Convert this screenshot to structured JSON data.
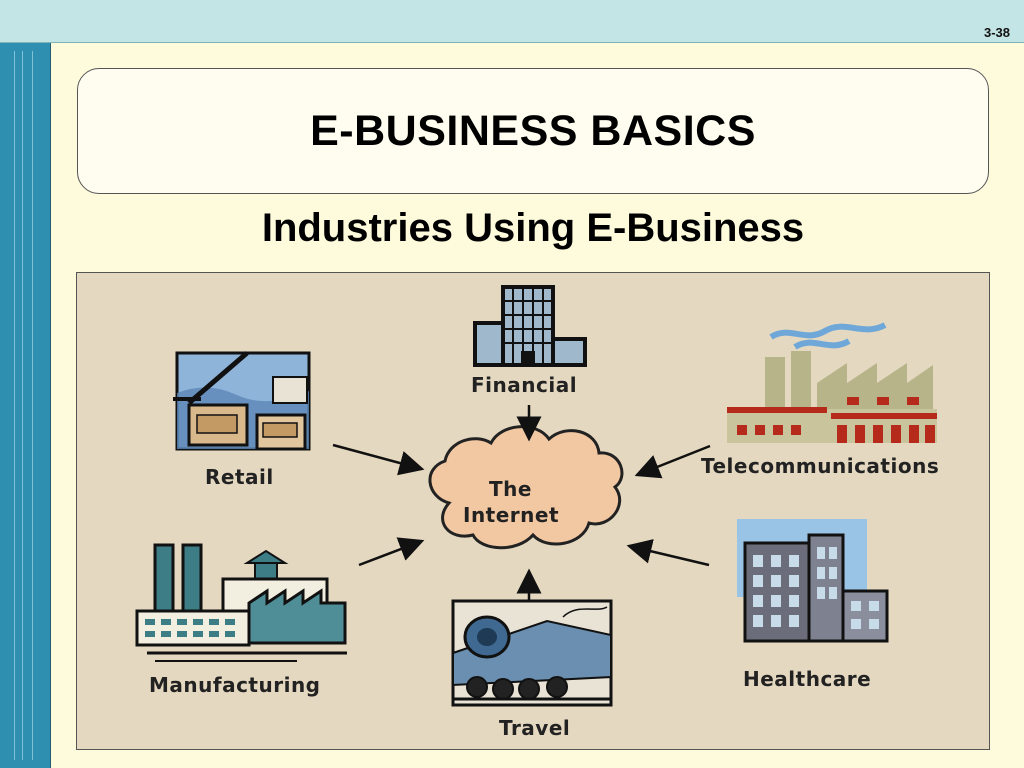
{
  "slide": {
    "number": "3-38"
  },
  "title": "E-BUSINESS BASICS",
  "subtitle": "Industries Using E-Business",
  "diagram": {
    "center": {
      "line1": "The",
      "line2": "Internet"
    },
    "industries": {
      "financial": "Financial",
      "retail": "Retail",
      "telecommunications": "Telecommunications",
      "manufacturing": "Manufacturing",
      "travel": "Travel",
      "healthcare": "Healthcare"
    }
  },
  "colors": {
    "top_bar": "#c4e5e6",
    "side_bar": "#2f8fb0",
    "slide_bg": "#fefbdc",
    "diagram_bg": "#e5d8c0",
    "cloud_fill": "#f2c8a2",
    "factory_red": "#b52a1a"
  }
}
